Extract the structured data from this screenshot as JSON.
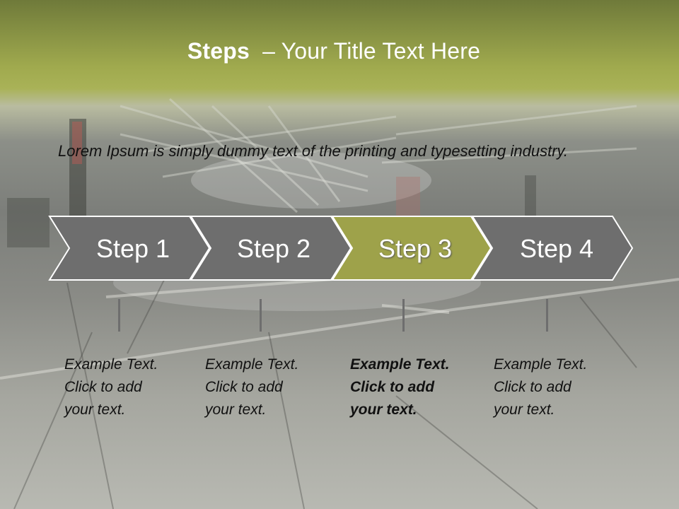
{
  "title": {
    "bold": "Steps",
    "rest": "– Your Title Text Here"
  },
  "intro": "Lorem Ipsum is simply dummy text of the printing and typesetting industry.",
  "colors": {
    "step_gray": "#6e6e6e",
    "step_active": "#9ea24a",
    "outline": "#ffffff"
  },
  "steps": [
    {
      "label": "Step 1",
      "active": false,
      "desc": [
        "Example Text.",
        "Click  to add",
        "your text."
      ]
    },
    {
      "label": "Step 2",
      "active": false,
      "desc": [
        "Example Text.",
        "Click  to add",
        "your text."
      ]
    },
    {
      "label": "Step 3",
      "active": true,
      "desc": [
        "Example Text.",
        "Click  to add",
        "your text."
      ]
    },
    {
      "label": "Step 4",
      "active": false,
      "desc": [
        "Example Text.",
        "Click  to add",
        "your text."
      ]
    }
  ]
}
